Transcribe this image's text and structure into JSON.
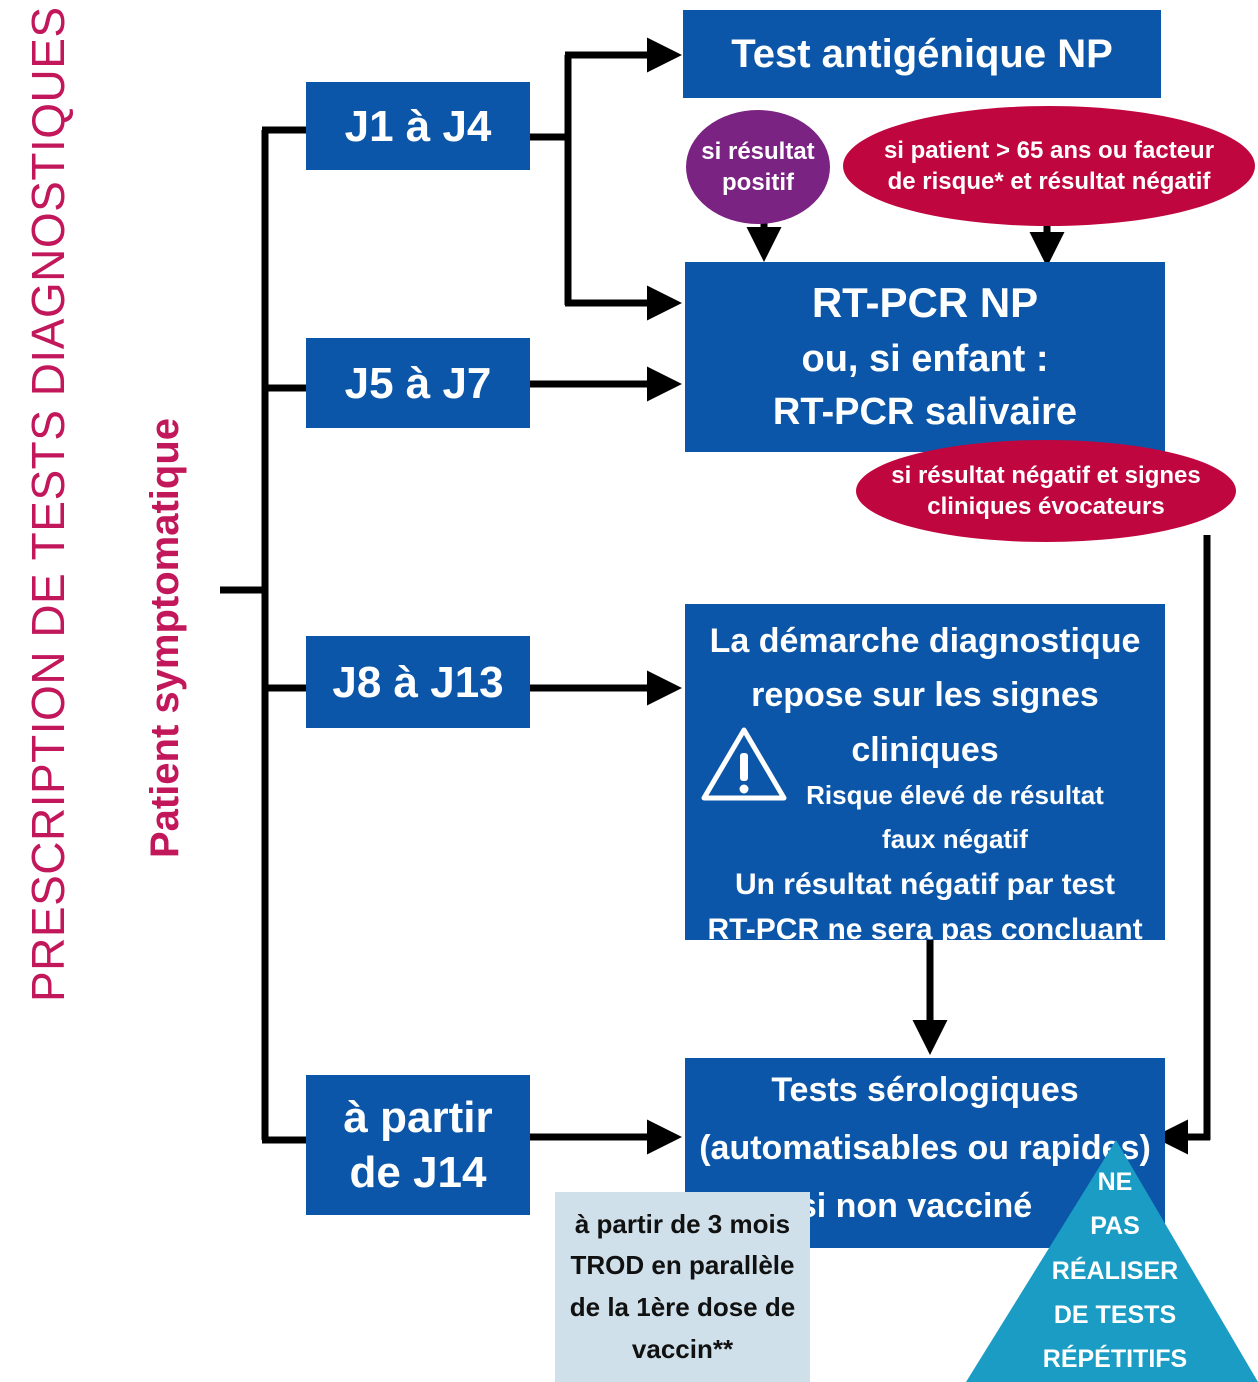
{
  "side": {
    "title": "PRESCRIPTION DE TESTS DIAGNOSTIQUES",
    "subtitle": "Patient symptomatique"
  },
  "periods": [
    {
      "lines": [
        "J1 à J4"
      ]
    },
    {
      "lines": [
        "J5 à J7"
      ]
    },
    {
      "lines": [
        "J8 à J13"
      ]
    },
    {
      "lines": [
        "à partir",
        "de J14"
      ]
    }
  ],
  "antigen_test": {
    "label": "Test antigénique NP"
  },
  "conditions": {
    "positive": [
      "si résultat",
      "positif"
    ],
    "risk": [
      "si patient > 65 ans ou facteur",
      "de risque* et résultat négatif"
    ],
    "negative_signs": [
      "si résultat négatif et signes",
      "cliniques évocateurs"
    ]
  },
  "rtpcr": {
    "lines": [
      "RT-PCR NP",
      "ou, si enfant :",
      "RT-PCR salivaire"
    ]
  },
  "clinical": {
    "lines": [
      "La démarche diagnostique",
      "repose sur les signes cliniques"
    ],
    "warning": [
      "Risque élevé de résultat",
      "faux négatif"
    ],
    "note": [
      "Un résultat négatif par test",
      "RT-PCR ne sera pas concluant"
    ]
  },
  "serology": {
    "lines": [
      "Tests sérologiques",
      "(automatisables ou rapides)",
      "si non vacciné"
    ]
  },
  "trod_note": {
    "lines": [
      "à partir de 3 mois",
      "TROD en parallèle",
      "de la 1ère dose de",
      "vaccin**"
    ]
  },
  "no_repeat": {
    "lines": [
      "NE",
      "PAS",
      "RÉALISER",
      "DE TESTS",
      "RÉPÉTITIFS"
    ]
  },
  "colors": {
    "box_blue": "#0b56a8",
    "purple": "#7b2382",
    "crimson": "#c0063f",
    "pink_text": "#c2185b",
    "light_blue": "#cfe0ea",
    "cyan": "#1a9cc4"
  }
}
